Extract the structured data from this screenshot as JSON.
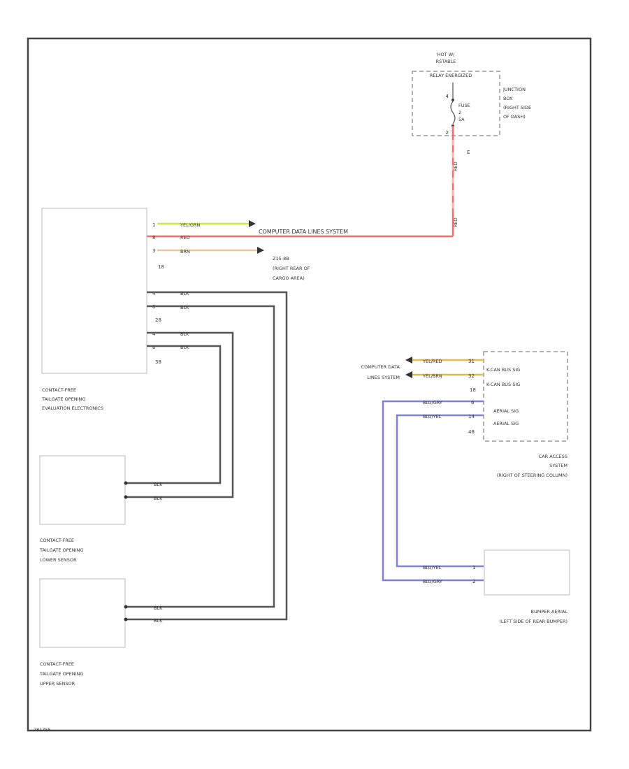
{
  "diagram_code": "281755",
  "colors": {
    "frame": "#444444",
    "module_border": "#bbbbbb",
    "wire_red": "#ff6a6a",
    "wire_yel_grn": "#c8e94a",
    "wire_brn": "#e7c898",
    "wire_blk": "#555555",
    "wire_yel_red": "#e8b94a",
    "wire_yel_brn": "#d9bb55",
    "wire_blu": "#8080e0"
  },
  "power": {
    "hot_label": "HOT W/ RSTABLE (RELAY ENERGIZED)",
    "line1": "HOT W/",
    "line2": "RSTABLE",
    "line3": "RELAY ENERGIZED",
    "fuse_label": "FUSE",
    "fuse_num": "2",
    "fuse_amps": "5A",
    "pin_top": "4",
    "pin_bottom": "2",
    "connector": "E",
    "wire_color": "RED",
    "box_name": [
      "JUNCTION",
      "BOX",
      "(RIGHT SIDE",
      "OF DASH)"
    ]
  },
  "modules": {
    "evaluation": {
      "name": [
        "CONTACT-FREE",
        "TAILGATE OPENING",
        "EVALUATION ELECTRONICS"
      ]
    },
    "lower_sensor": {
      "name": [
        "CONTACT-FREE",
        "TAILGATE OPENING",
        "LOWER SENSOR"
      ]
    },
    "upper_sensor": {
      "name": [
        "CONTACT-FREE",
        "TAILGATE OPENING",
        "UPPER SENSOR"
      ]
    },
    "car_access": {
      "name": [
        "CAR ACCESS",
        "SYSTEM",
        "(RIGHT OF STEERING COLUMN)"
      ]
    },
    "bumper_aerial": {
      "name": [
        "BUMPER AERIAL",
        "(LEFT SIDE OF REAR BUMPER)"
      ]
    }
  },
  "wires": {
    "eval_top": [
      {
        "pin": "1",
        "color": "YEL/GRN"
      },
      {
        "pin": "8",
        "color": "RED"
      },
      {
        "pin": "3",
        "color": "BRN"
      }
    ],
    "eval_top_conn": "18",
    "computer_data_lines": "COMPUTER DATA LINES SYSTEM",
    "ground": [
      "Z15-8B",
      "(RIGHT REAR OF",
      "CARGO AREA)"
    ],
    "eval_bottom": [
      {
        "pin": "4",
        "color": "BLK"
      },
      {
        "pin": "8",
        "color": "BLK"
      },
      {
        "pin": "4",
        "color": "BLK"
      },
      {
        "pin": "6",
        "color": "BLK"
      }
    ],
    "eval_bottom_conn1": "28",
    "eval_bottom_conn2": "38",
    "lower_wires": [
      "BLK",
      "BLK"
    ],
    "upper_wires": [
      "BLK",
      "BLK"
    ]
  },
  "car_access_wiring": {
    "computer_data": [
      "COMPUTER DATA",
      "LINES SYSTEM"
    ],
    "can": [
      {
        "color": "YEL/RED",
        "pin": "31",
        "signal": "K-CAN BUS SIG"
      },
      {
        "color": "YEL/BRN",
        "pin": "32",
        "signal": "K-CAN BUS SIG"
      }
    ],
    "can_conn": "18",
    "aerial": [
      {
        "color": "BLU/GRY",
        "pin": "6",
        "signal": "AERIAL SIG"
      },
      {
        "color": "BLU/YEL",
        "pin": "14",
        "signal": "AERIAL SIG"
      }
    ],
    "aerial_conn": "48",
    "bumper_wires": [
      {
        "color": "BLU/YEL",
        "pin": "1"
      },
      {
        "color": "BLU/GRY",
        "pin": "2"
      }
    ]
  }
}
